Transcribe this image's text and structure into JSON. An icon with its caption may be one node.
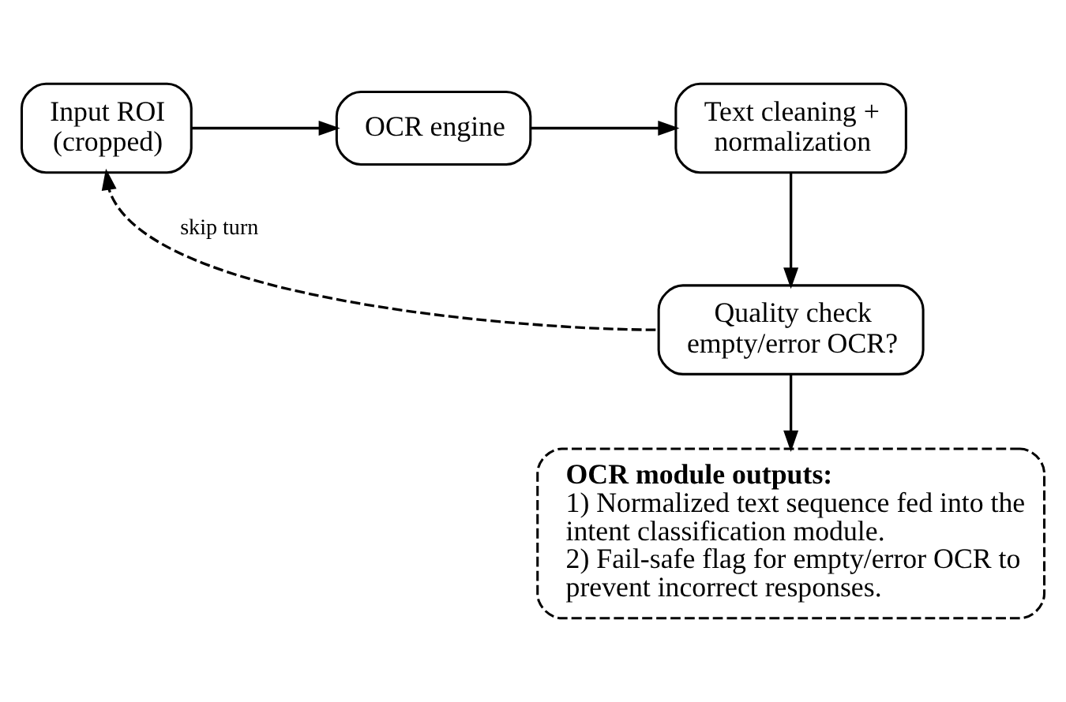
{
  "diagram": {
    "nodes": [
      {
        "text": [
          "Input ROI (cropped)"
        ]
      },
      {
        "text": [
          "OCR engine"
        ]
      },
      {
        "text": [
          "Text cleaning + normalization"
        ]
      },
      {
        "text": [
          "Quality check empty/error OCR?"
        ]
      },
      {
        "text": [
          "OCR module outputs:",
          "1) Normalized text sequence fed into the intent classification module.",
          "2) Fail-safe flag for empty/error OCR to prevent incorrect responses."
        ]
      }
    ],
    "edges": [
      {
        "from": 0,
        "to": 1,
        "arrow": "to"
      },
      {
        "from": 1,
        "to": 2,
        "arrow": "to"
      },
      {
        "from": 2,
        "to": 3,
        "arrow": "to"
      },
      {
        "from": 3,
        "to": 0,
        "arrow": "to",
        "label": "skip turn",
        "style": "dashed"
      },
      {
        "from": 3,
        "to": 4,
        "arrow": "to"
      }
    ]
  }
}
